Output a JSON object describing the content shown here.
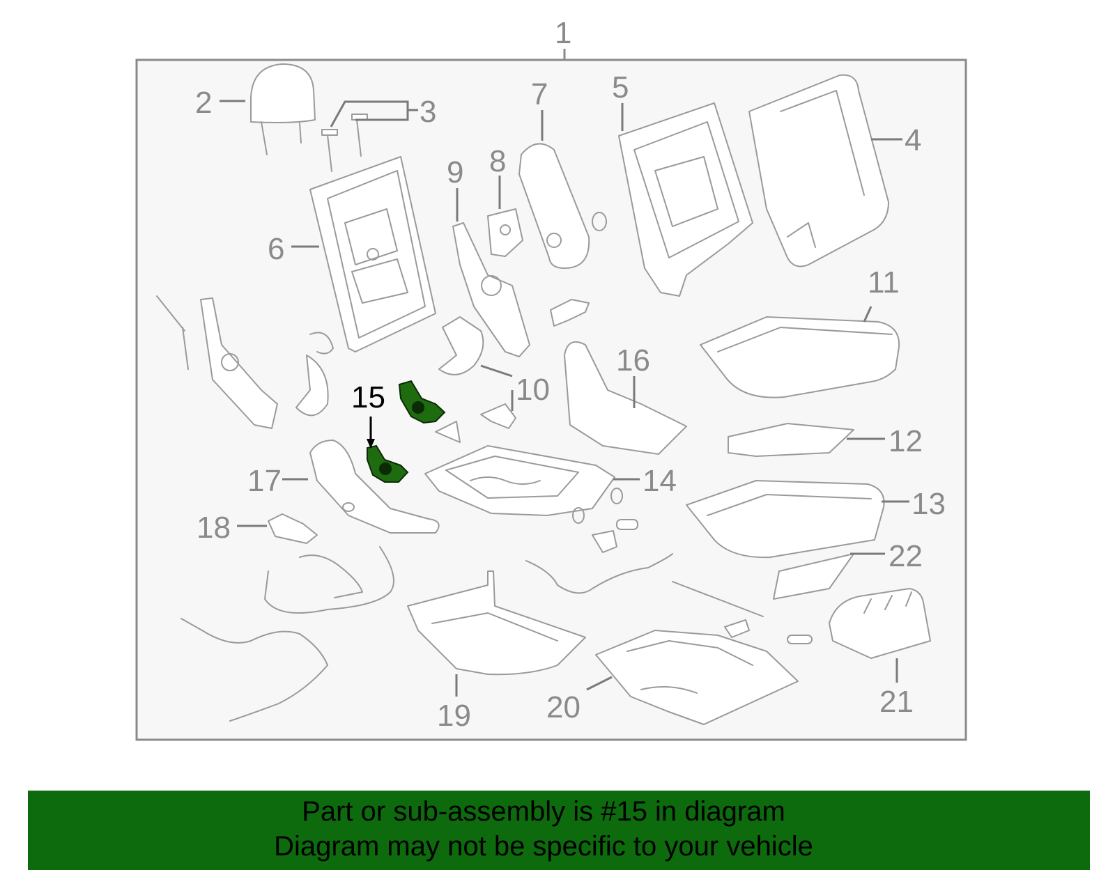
{
  "diagram": {
    "assembly_callout": "1",
    "highlighted_callout": "15",
    "highlight_color": "#1e6b10",
    "frame_color": "#8a8a8a",
    "callouts": [
      "2",
      "3",
      "4",
      "5",
      "6",
      "7",
      "8",
      "9",
      "10",
      "11",
      "12",
      "13",
      "14",
      "15",
      "16",
      "17",
      "18",
      "19",
      "20",
      "21",
      "22"
    ]
  },
  "banner": {
    "background": "#0d6a0d",
    "line1": "Part or sub-assembly is #15 in diagram",
    "line2": "Diagram may not be specific to your vehicle"
  }
}
